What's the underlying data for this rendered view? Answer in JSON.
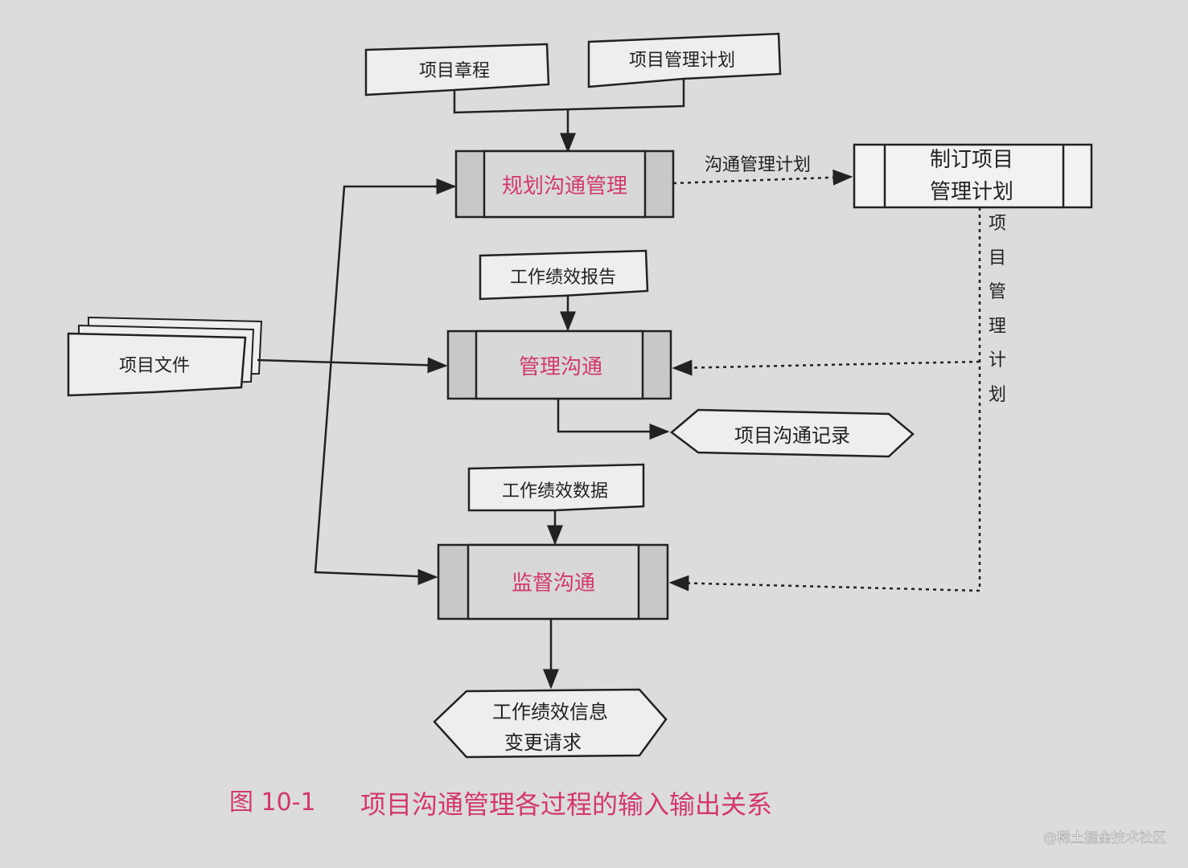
{
  "inputs": {
    "charter": "项目章程",
    "pm_plan": "项目管理计划"
  },
  "processes": {
    "plan": "规划沟通管理",
    "manage": "管理沟通",
    "monitor": "监督沟通",
    "develop_line1": "制订项目",
    "develop_line2": "管理计划"
  },
  "flows": {
    "comm_plan": "沟通管理计划",
    "pm_plan_vertical": [
      "项",
      "目",
      "管",
      "理",
      "计",
      "划"
    ],
    "work_perf_reports": "工作绩效报告",
    "project_docs": "项目文件",
    "comm_records": "项目沟通记录",
    "work_perf_data": "工作绩效数据",
    "output_line1": "工作绩效信息",
    "output_line2": "变更请求"
  },
  "caption": {
    "number": "图 10-1",
    "title": "项目沟通管理各过程的输入输出关系"
  },
  "watermark": "@稀土掘金技术社区",
  "colors": {
    "accent": "#d2386e",
    "process_fill": "#bdbdbd",
    "background": "#dcdcdc"
  }
}
